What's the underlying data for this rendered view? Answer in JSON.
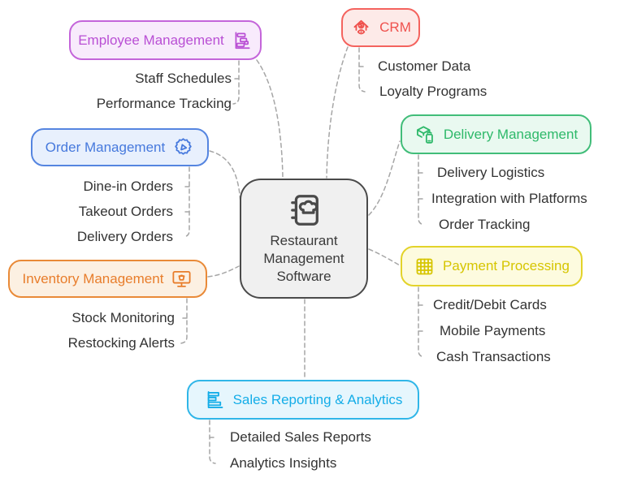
{
  "center": {
    "lines": [
      "Restaurant",
      "Management",
      "Software"
    ],
    "icon": "recipe-book-chef-hat-icon"
  },
  "branches": [
    {
      "key": "employee-management",
      "label": "Employee Management",
      "icon": "gantt-chart-icon",
      "color": "#b94fd4",
      "children": [
        "Staff Schedules",
        "Performance Tracking"
      ]
    },
    {
      "key": "crm",
      "label": "CRM",
      "icon": "house-dollar-eye-icon",
      "color": "#ef514d",
      "children": [
        "Customer Data",
        "Loyalty Programs"
      ]
    },
    {
      "key": "order-management",
      "label": "Order Management",
      "icon": "gear-badge-icon",
      "color": "#4679dd",
      "children": [
        "Dine-in Orders",
        "Takeout Orders",
        "Delivery Orders"
      ]
    },
    {
      "key": "delivery-management",
      "label": "Delivery Management",
      "icon": "package-phone-icon",
      "color": "#2eb96a",
      "children": [
        "Delivery Logistics",
        "Integration with Platforms",
        "Order Tracking"
      ]
    },
    {
      "key": "inventory-management",
      "label": "Inventory Management",
      "icon": "monitor-basket-icon",
      "color": "#e87d2b",
      "children": [
        "Stock Monitoring",
        "Restocking Alerts"
      ]
    },
    {
      "key": "payment-processing",
      "label": "Payment Processing",
      "icon": "table-grid-icon",
      "color": "#d6c500",
      "children": [
        "Credit/Debit Cards",
        "Mobile Payments",
        "Cash Transactions"
      ]
    },
    {
      "key": "sales-reporting-analytics",
      "label": "Sales Reporting & Analytics",
      "icon": "horizontal-bar-chart-icon",
      "color": "#14ade8",
      "children": [
        "Detailed Sales Reports",
        "Analytics Insights"
      ]
    }
  ],
  "colors": {
    "purple_border": "#c465da",
    "red_border": "#f4635e",
    "blue_border": "#5585e0",
    "green_border": "#41bd79",
    "orange_border": "#e98a38",
    "yellow_border": "#e3d32a",
    "cyan_border": "#30b6e8",
    "center_border": "#4a4a4a",
    "leaf_text": "#333333",
    "connector": "#a6a6a6",
    "background": "#ffffff"
  }
}
